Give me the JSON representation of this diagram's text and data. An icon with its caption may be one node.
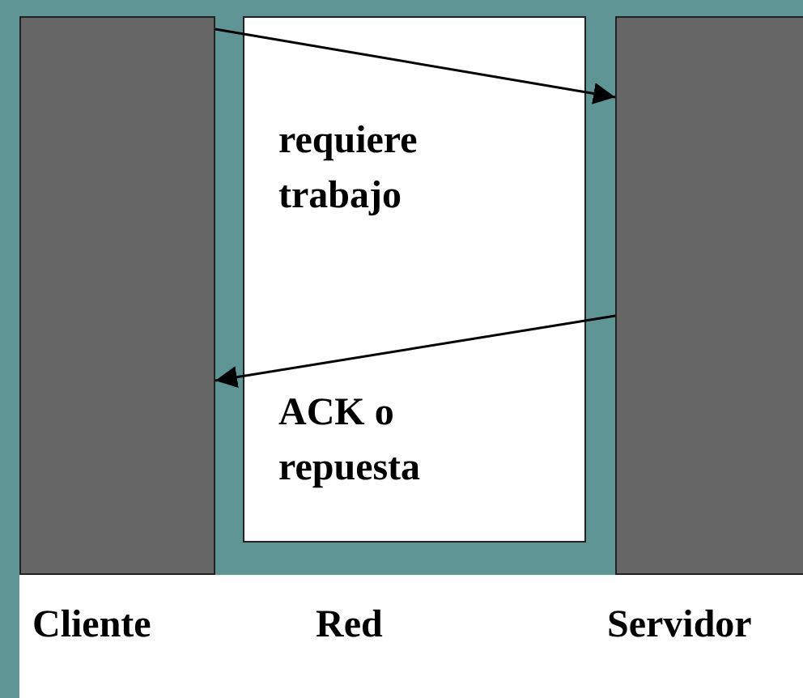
{
  "diagram": {
    "nodes": [
      {
        "text": [
          "Cliente"
        ]
      },
      {
        "text": [
          "Red"
        ]
      },
      {
        "text": [
          "Servidor"
        ]
      }
    ],
    "edges": [
      {
        "from": 0,
        "to": 2,
        "arrow": "to",
        "label": "requiere trabajo"
      },
      {
        "from": 2,
        "to": 0,
        "arrow": "to",
        "label": "ACK o repuesta"
      }
    ]
  }
}
